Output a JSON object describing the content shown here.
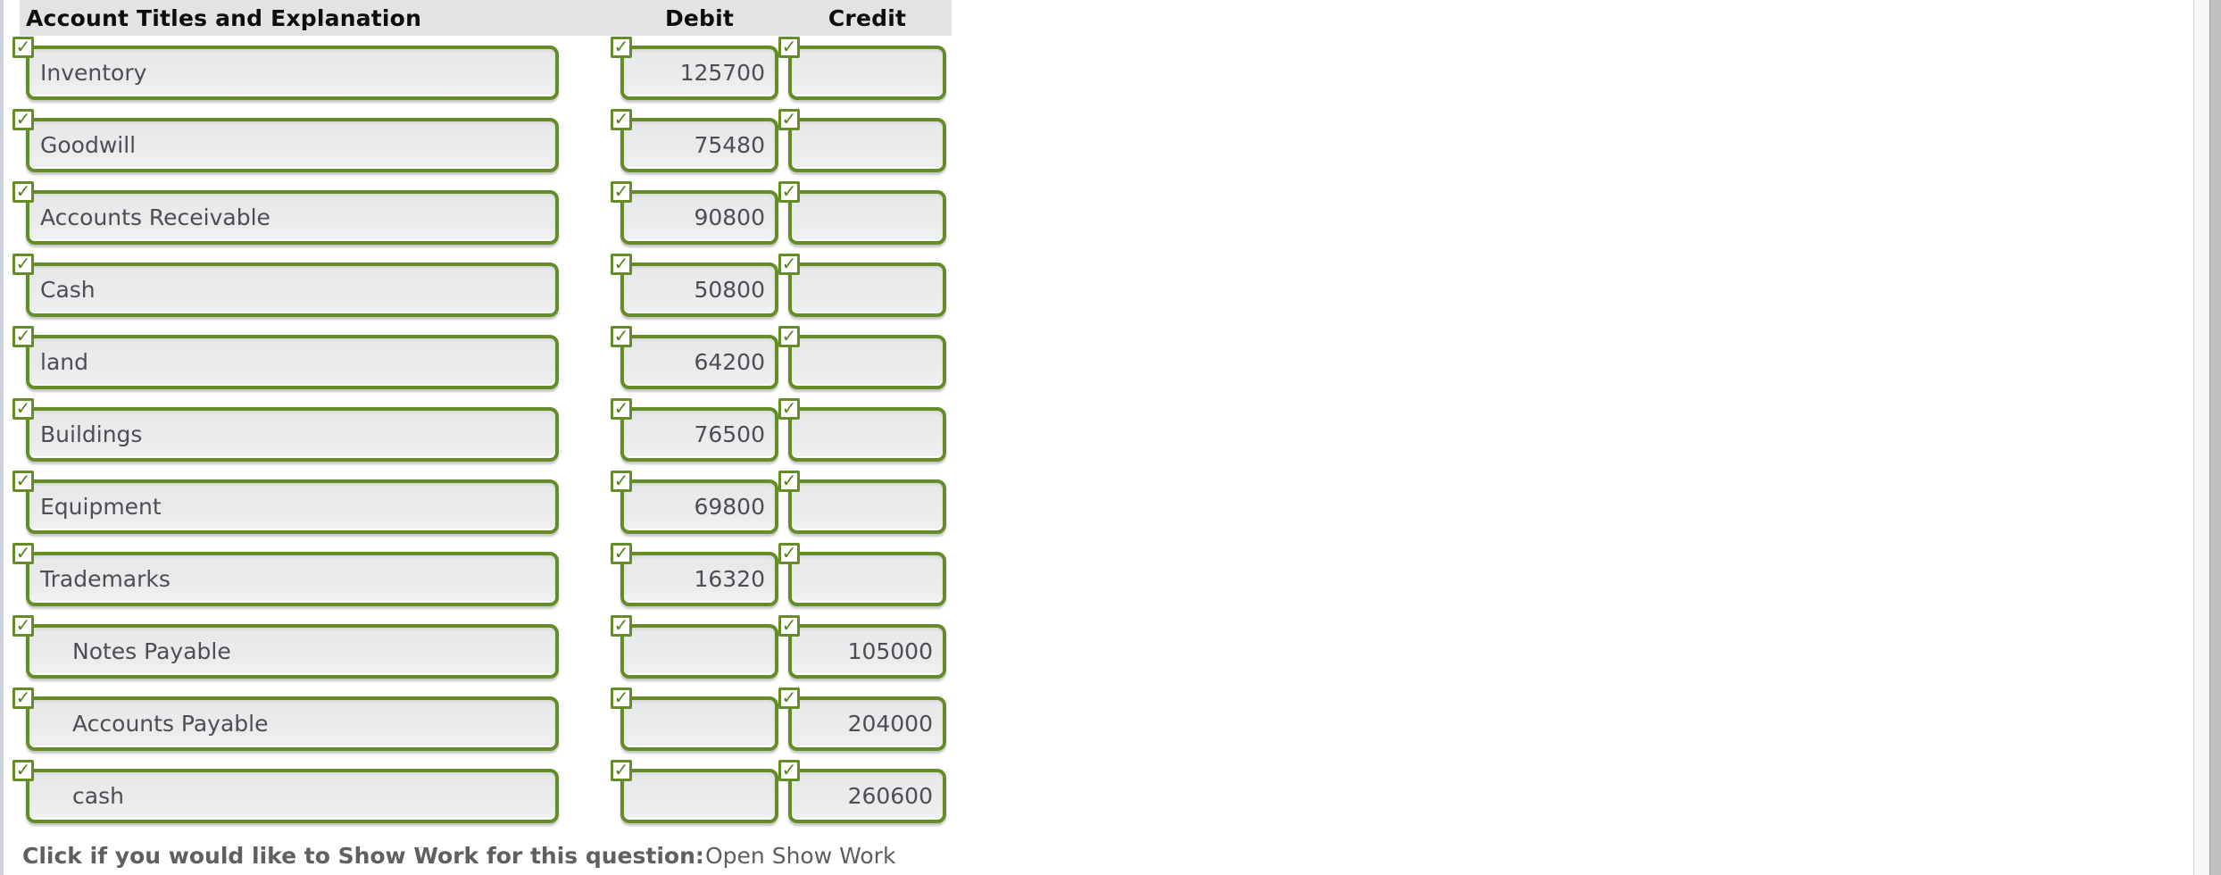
{
  "icons": {
    "checkmark": "✓"
  },
  "colors": {
    "accent_green": "#648d27",
    "check_green": "#55821c",
    "field_fill": "#eaebed",
    "header_band": "#e3e3e4",
    "scroll_track": "#f6f7f9",
    "window_edge": "#c1c1c1"
  },
  "table": {
    "headers": {
      "account": "Account Titles and Explanation",
      "debit": "Debit",
      "credit": "Credit"
    },
    "rows": [
      {
        "account": "Inventory",
        "debit": "125700",
        "credit": "",
        "indent": false
      },
      {
        "account": "Goodwill",
        "debit": "75480",
        "credit": "",
        "indent": false
      },
      {
        "account": "Accounts Receivable",
        "debit": "90800",
        "credit": "",
        "indent": false
      },
      {
        "account": "Cash",
        "debit": "50800",
        "credit": "",
        "indent": false
      },
      {
        "account": "land",
        "debit": "64200",
        "credit": "",
        "indent": false
      },
      {
        "account": "Buildings",
        "debit": "76500",
        "credit": "",
        "indent": false
      },
      {
        "account": "Equipment",
        "debit": "69800",
        "credit": "",
        "indent": false
      },
      {
        "account": "Trademarks",
        "debit": "16320",
        "credit": "",
        "indent": false
      },
      {
        "account": "Notes Payable",
        "debit": "",
        "credit": "105000",
        "indent": true
      },
      {
        "account": "Accounts Payable",
        "debit": "",
        "credit": "204000",
        "indent": true
      },
      {
        "account": "cash",
        "debit": "",
        "credit": "260600",
        "indent": true
      }
    ]
  },
  "footer": {
    "prompt": "Click if you would like to Show Work for this question:",
    "link": "Open Show Work"
  }
}
